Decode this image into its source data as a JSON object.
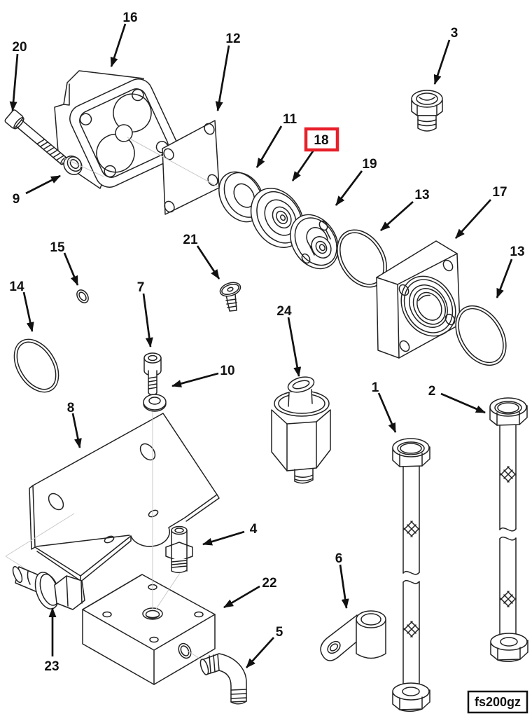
{
  "diagram": {
    "type": "exploded-parts-diagram",
    "figure_code": "fs200gz",
    "highlight_color": "#e8202a",
    "line_color": "#222222",
    "callouts": [
      {
        "label": "16",
        "part": "pump-flange-housing",
        "highlighted": false
      },
      {
        "label": "20",
        "part": "long-hex-bolt",
        "highlighted": false
      },
      {
        "label": "12",
        "part": "gasket-plate",
        "highlighted": false
      },
      {
        "label": "3",
        "part": "threaded-plug-fitting",
        "highlighted": false
      },
      {
        "label": "11",
        "part": "flat-seal-washer",
        "highlighted": false
      },
      {
        "label": "18",
        "part": "seal-assembly",
        "highlighted": true
      },
      {
        "label": "19",
        "part": "drive-coupling-disc",
        "highlighted": false
      },
      {
        "label": "13",
        "part": "o-ring-seal",
        "highlighted": false
      },
      {
        "label": "17",
        "part": "bearing-flange-block",
        "highlighted": false
      },
      {
        "label": "13",
        "part": "o-ring-seal",
        "highlighted": false
      },
      {
        "label": "9",
        "part": "lock-washer",
        "highlighted": false
      },
      {
        "label": "15",
        "part": "small-o-ring",
        "highlighted": false
      },
      {
        "label": "21",
        "part": "countersunk-screw",
        "highlighted": false
      },
      {
        "label": "14",
        "part": "o-ring-seal",
        "highlighted": false
      },
      {
        "label": "7",
        "part": "socket-head-capscrew",
        "highlighted": false
      },
      {
        "label": "24",
        "part": "sender-switch",
        "highlighted": false
      },
      {
        "label": "10",
        "part": "plain-washer",
        "highlighted": false
      },
      {
        "label": "8",
        "part": "mounting-bracket",
        "highlighted": false
      },
      {
        "label": "1",
        "part": "tube-assembly",
        "highlighted": false
      },
      {
        "label": "2",
        "part": "tube-assembly",
        "highlighted": false
      },
      {
        "label": "4",
        "part": "straight-fitting",
        "highlighted": false
      },
      {
        "label": "22",
        "part": "junction-block",
        "highlighted": false
      },
      {
        "label": "6",
        "part": "p-clamp",
        "highlighted": false
      },
      {
        "label": "5",
        "part": "elbow-fitting",
        "highlighted": false
      },
      {
        "label": "23",
        "part": "hex-bolt-with-washer",
        "highlighted": false
      }
    ]
  }
}
